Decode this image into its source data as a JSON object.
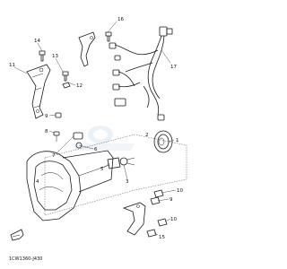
{
  "callouts": [
    {
      "id": "c16",
      "label": "16"
    },
    {
      "id": "c17",
      "label": "17"
    },
    {
      "id": "c14",
      "label": "14"
    },
    {
      "id": "c13",
      "label": "13"
    },
    {
      "id": "c11",
      "label": "11"
    },
    {
      "id": "c12",
      "label": "12"
    },
    {
      "id": "c9a",
      "label": "9"
    },
    {
      "id": "c8",
      "label": "8"
    },
    {
      "id": "c7",
      "label": "7"
    },
    {
      "id": "c6",
      "label": "6"
    },
    {
      "id": "c5",
      "label": "5"
    },
    {
      "id": "c4",
      "label": "4"
    },
    {
      "id": "c3",
      "label": "3"
    },
    {
      "id": "c2",
      "label": "2"
    },
    {
      "id": "c1",
      "label": "1"
    },
    {
      "id": "c10a",
      "label": "10"
    },
    {
      "id": "c9b",
      "label": "9"
    },
    {
      "id": "c10b",
      "label": "10"
    },
    {
      "id": "c15",
      "label": "15"
    }
  ],
  "diagram_code": "1CW1360-J430",
  "colors": {
    "line": "#1a1a1a",
    "watermark": "#cfe0ee",
    "background": "#ffffff"
  }
}
